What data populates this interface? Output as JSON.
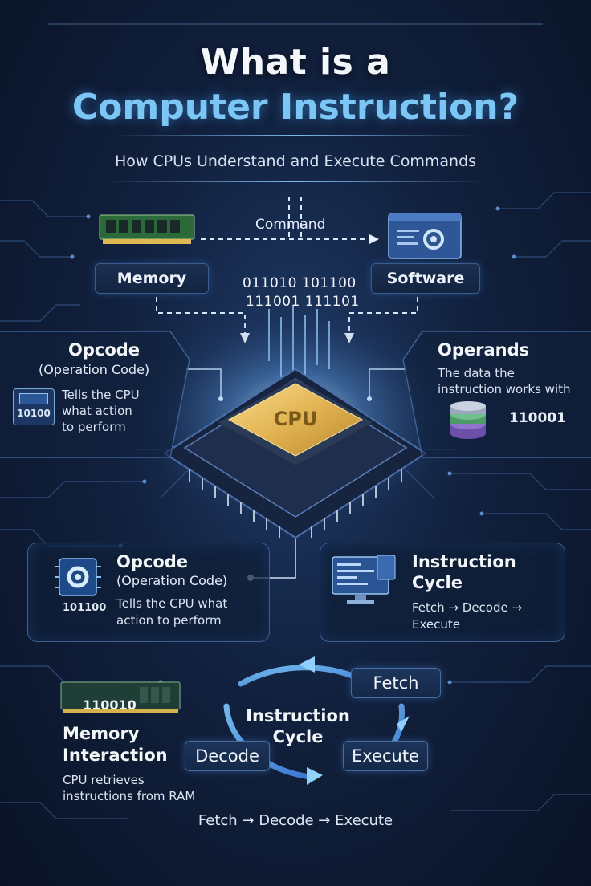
{
  "header": {
    "title_line1": "What is a",
    "title_line2": "Computer Instruction?",
    "subtitle": "How CPUs Understand and Execute Commands"
  },
  "top_flow": {
    "command_label": "Command",
    "memory_label": "Memory",
    "software_label": "Software",
    "binary_line1": "011010 101100",
    "binary_line2": "111001 111101"
  },
  "cpu": {
    "label": "CPU"
  },
  "opcode_top": {
    "title": "Opcode",
    "subtitle": "(Operation Code)",
    "chip_code": "10100",
    "description": [
      "Tells the CPU",
      "what action",
      "to perform"
    ]
  },
  "operands": {
    "title": "Operands",
    "description": [
      "The data the",
      "instruction works with"
    ],
    "code": "110001"
  },
  "opcode_panel": {
    "title": "Opcode",
    "subtitle": "(Operation Code)",
    "chip_code": "101100",
    "description": [
      "Tells the CPU what",
      "action to perform"
    ]
  },
  "instruction_panel": {
    "title_line1": "Instruction",
    "title_line2": "Cycle",
    "description_line1": "Fetch → Decode →",
    "description_line2": "Execute"
  },
  "memory_interaction": {
    "ram_code": "110010",
    "title_line1": "Memory",
    "title_line2": "Interaction",
    "description": [
      "CPU retrieves",
      "instructions from RAM"
    ]
  },
  "cycle": {
    "center_line1": "Instruction",
    "center_line2": "Cycle",
    "fetch": "Fetch",
    "decode": "Decode",
    "execute": "Execute"
  },
  "footer": {
    "flow": "Fetch → Decode → Execute"
  },
  "colors": {
    "accent": "#7cc6f5",
    "gold": "#e9c064",
    "bg": "#11203d"
  }
}
